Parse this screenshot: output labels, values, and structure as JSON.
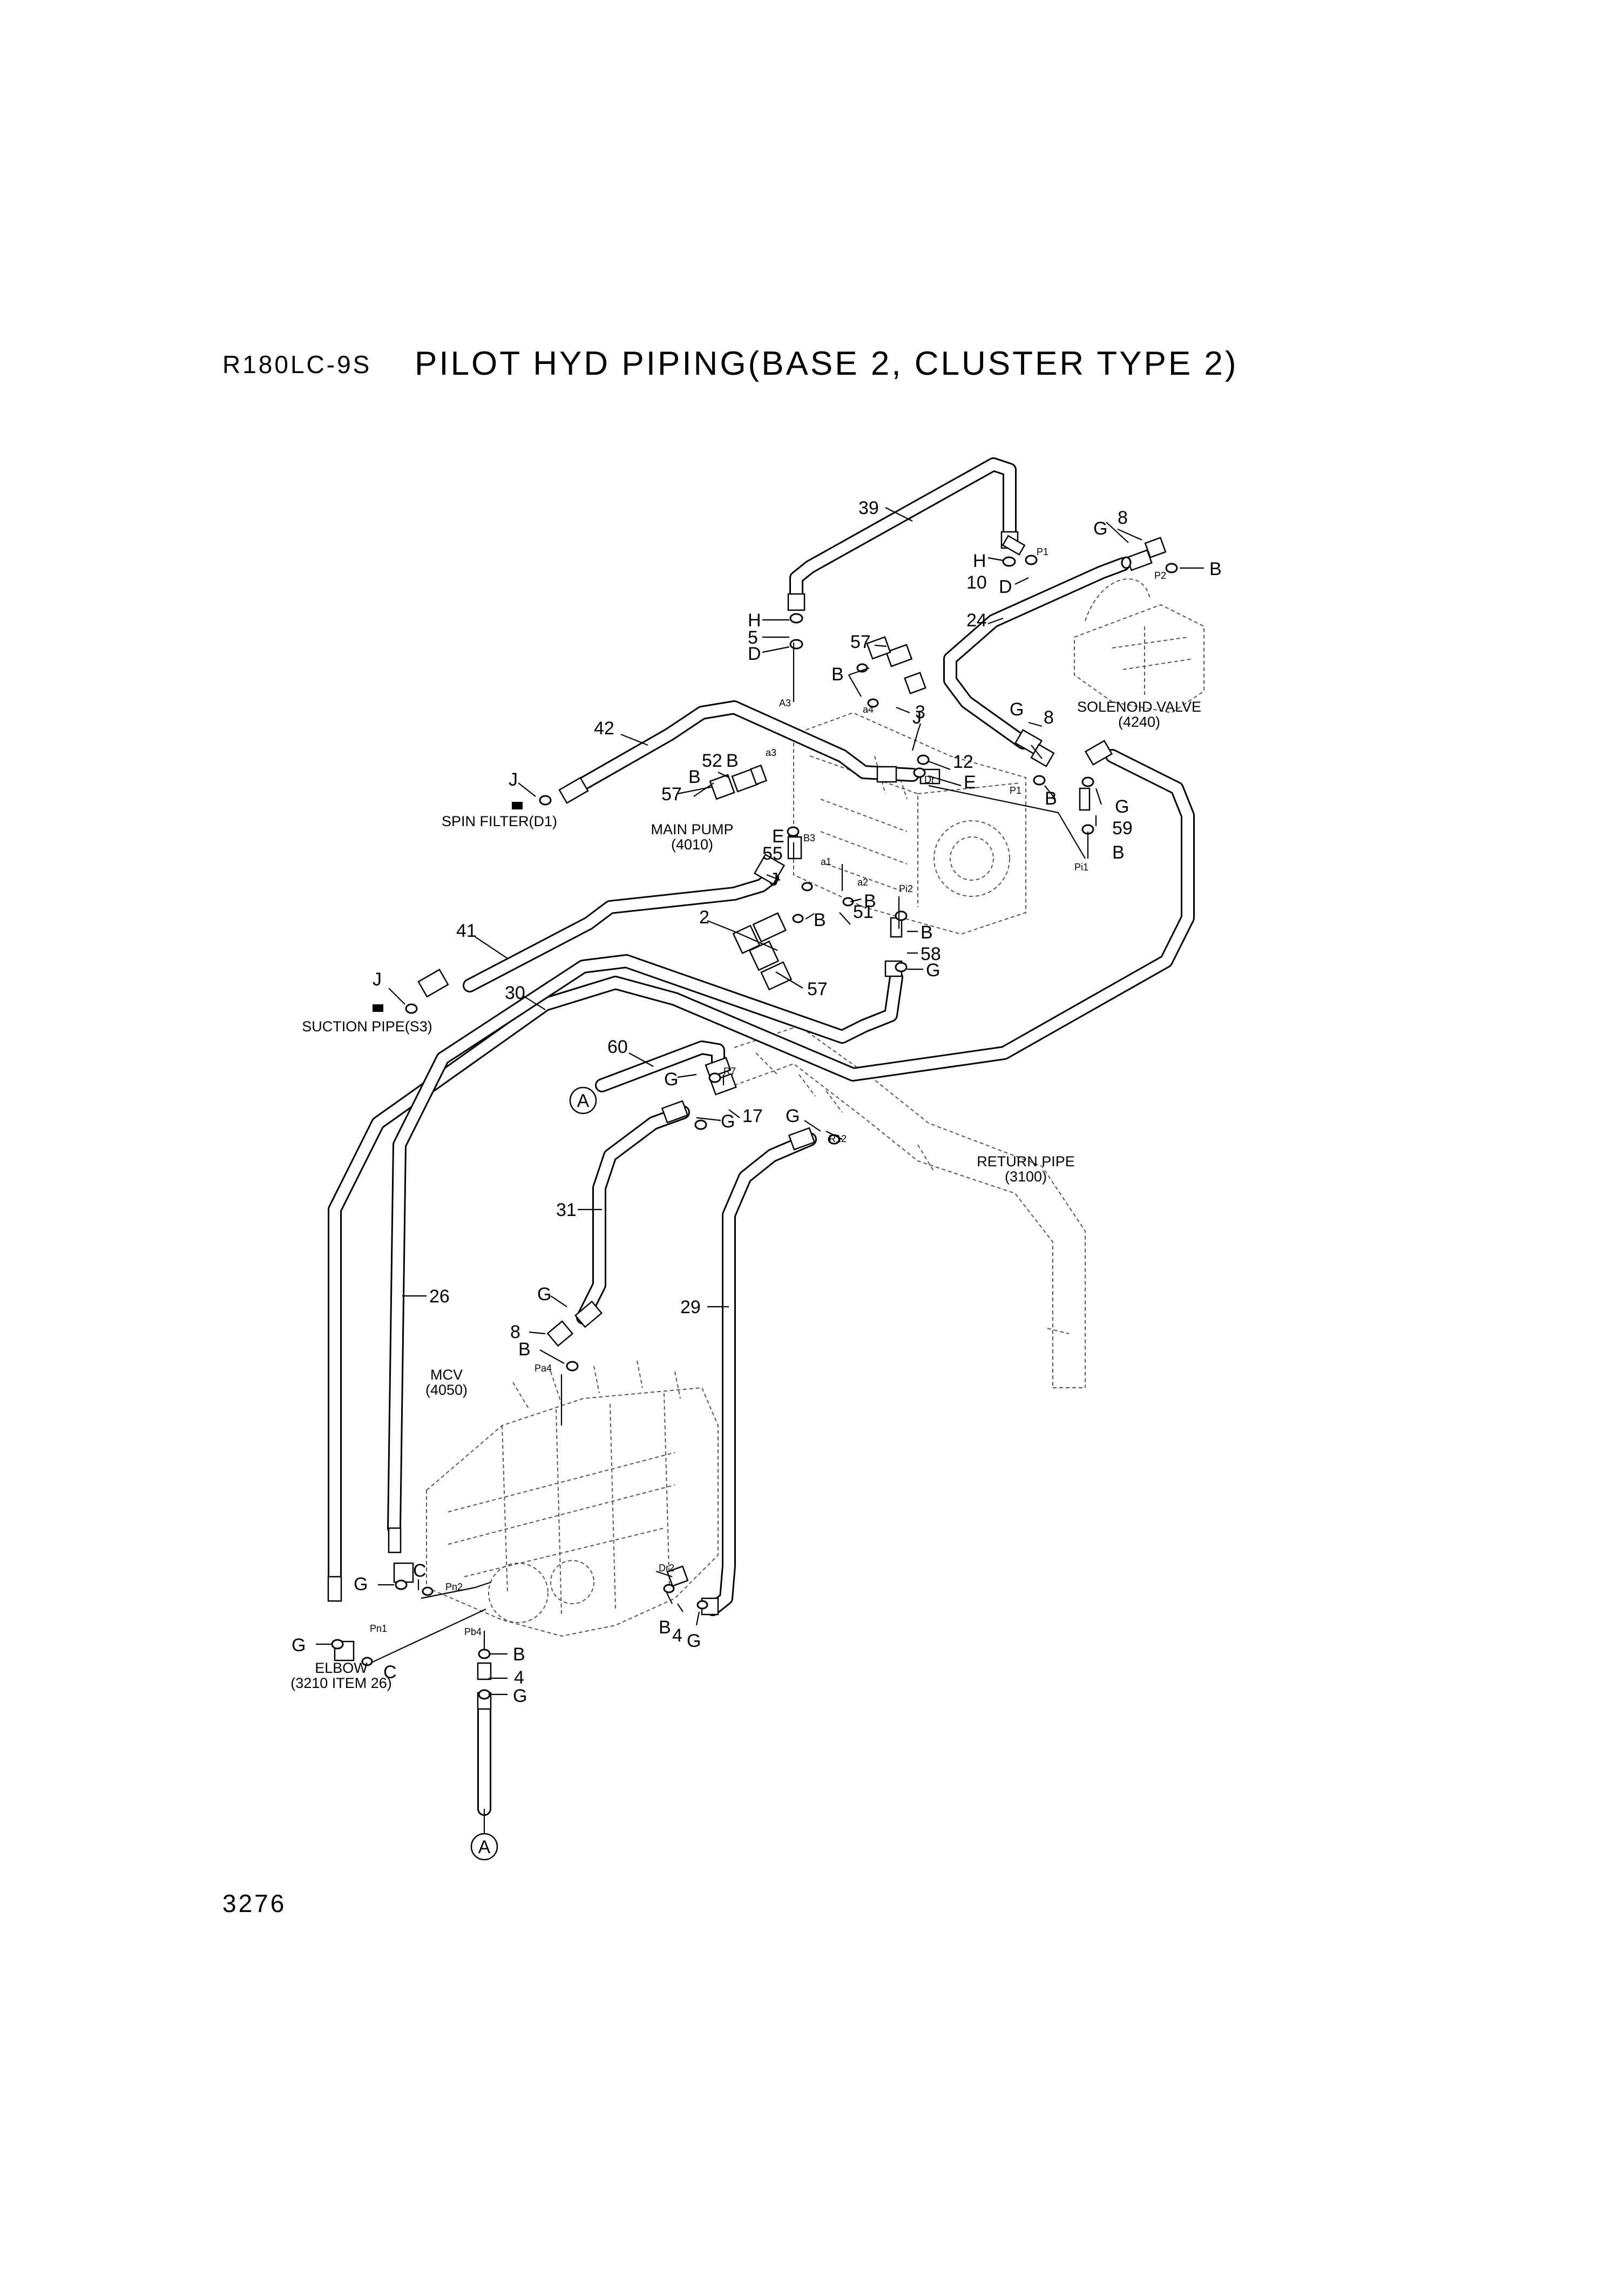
{
  "header": {
    "model": "R180LC-9S",
    "title": "PILOT HYD PIPING(BASE 2, CLUSTER TYPE 2)"
  },
  "footer": {
    "page_number": "3276"
  },
  "callouts": {
    "n39": "39",
    "H_top": "H",
    "n10": "10",
    "D_top": "D",
    "G_sol": "G",
    "n8_sol": "8",
    "B_sol": "B",
    "H_a3": "H",
    "n5": "5",
    "D_a3": "D",
    "n24": "24",
    "n57_a": "57",
    "B_a": "B",
    "n3": "3",
    "n42": "42",
    "J_a": "J",
    "n12": "12",
    "E_a": "E",
    "G_p1": "G",
    "n8_p1": "8",
    "B_p1": "B",
    "G_p1b": "G",
    "n59": "59",
    "B_pi1": "B",
    "J_sf": "J",
    "n52": "52",
    "B_52": "B",
    "B_57": "B",
    "n57_b": "57",
    "E_b": "E",
    "n55": "55",
    "J_b": "J",
    "B_a1": "B",
    "n2": "2",
    "B_2": "B",
    "n51": "51",
    "B_pi2": "B",
    "n58": "58",
    "G_58": "G",
    "n57_c": "57",
    "n41": "41",
    "J_sp": "J",
    "n30": "30",
    "n60": "60",
    "G_r7": "G",
    "G_17": "G",
    "n17": "17",
    "G_r12": "G",
    "n31": "31",
    "n26": "26",
    "n29": "29",
    "G_pa4": "G",
    "n8_pa4": "8",
    "B_pa4": "B",
    "C_pn2": "C",
    "G_pn2": "G",
    "G_pn1": "G",
    "C_pn1": "C",
    "B_dr2": "B",
    "n4_dr2": "4",
    "G_dr2": "G",
    "B_pb4": "B",
    "n4_pb4": "4",
    "G_pb4": "G"
  },
  "ports": {
    "P1_top": "P1",
    "P2": "P2",
    "A3": "A3",
    "a4": "a4",
    "a3": "a3",
    "Dr": "Dr",
    "P1_pump": "P1",
    "Pi1": "Pi1",
    "B3": "B3",
    "a1": "a1",
    "a2": "a2",
    "Pi2": "Pi2",
    "R7": "R7",
    "R12": "R12",
    "Pa4": "Pa4",
    "Pn2": "Pn2",
    "Pn1": "Pn1",
    "Dr2": "Dr2",
    "Pb4": "Pb4"
  },
  "components": {
    "solenoid_valve": "SOLENOID VALVE",
    "solenoid_valve_ref": "(4240)",
    "spin_filter": "SPIN FILTER(D1)",
    "main_pump": "MAIN PUMP",
    "main_pump_ref": "(4010)",
    "suction_pipe": "SUCTION PIPE(S3)",
    "return_pipe": "RETURN PIPE",
    "return_pipe_ref": "(3100)",
    "mcv": "MCV",
    "mcv_ref": "(4050)",
    "elbow": "ELBOW",
    "elbow_ref": "(3210 ITEM 26)"
  },
  "connectors": {
    "A_top": "A",
    "A_bottom": "A"
  }
}
